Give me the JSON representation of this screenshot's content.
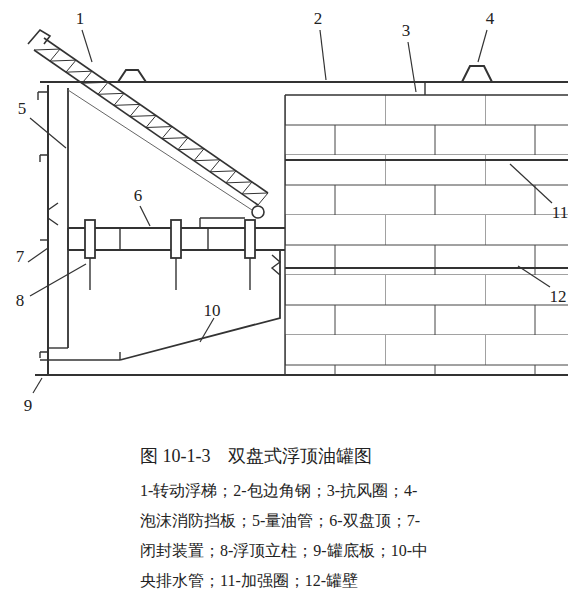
{
  "diagram": {
    "caption": "图 10-1-3　双盘式浮顶油罐图",
    "labels": [
      "1",
      "2",
      "3",
      "4",
      "5",
      "6",
      "7",
      "8",
      "9",
      "10",
      "11",
      "12",
      "1-转动浮梯；",
      "2-包边角钢；",
      "3-抗风圈；",
      "4-泡沫消防挡板；",
      "5-量油管；",
      "6-双盘顶；",
      "7-闭封装置；",
      "8-浮顶立柱；",
      "9-罐底板；",
      "10-中央排水管；",
      "11-加强圈；",
      "12-罐壁"
    ]
  }
}
